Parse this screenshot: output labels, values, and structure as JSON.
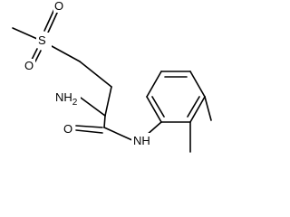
{
  "molecule": {
    "atoms": {
      "sulfur": "S",
      "sulfonyl_oxygen_top": "O",
      "sulfonyl_oxygen_bottom": "O",
      "amine": "NH",
      "amine_subscript": "2",
      "carbonyl_oxygen": "O",
      "amide_nitrogen": "NH"
    }
  }
}
